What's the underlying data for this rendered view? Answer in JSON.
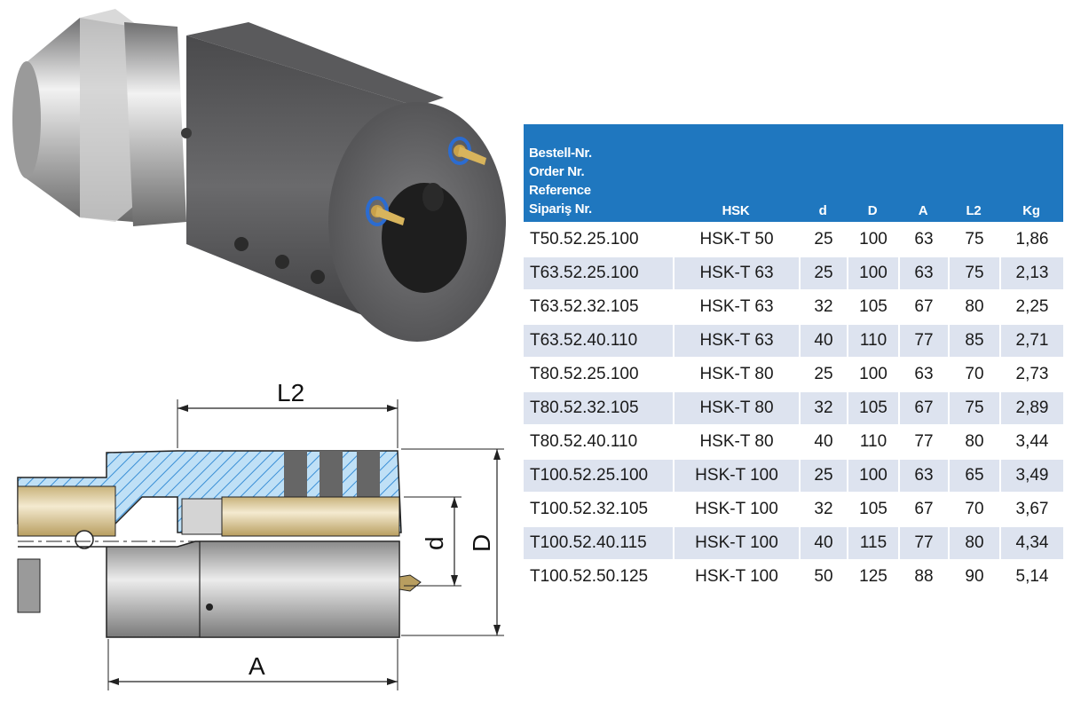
{
  "header": {
    "reference_lines": [
      "Bestell-Nr.",
      "Order Nr.",
      "Reference",
      "Sipariş Nr."
    ],
    "hsk": "HSK",
    "d": "d",
    "D": "D",
    "A": "A",
    "L2": "L2",
    "kg": "Kg"
  },
  "rows": [
    {
      "ref": "T50.52.25.100",
      "hsk": "HSK-T 50",
      "d": "25",
      "D": "100",
      "A": "63",
      "L2": "75",
      "kg": "1,86"
    },
    {
      "ref": "T63.52.25.100",
      "hsk": "HSK-T 63",
      "d": "25",
      "D": "100",
      "A": "63",
      "L2": "75",
      "kg": "2,13"
    },
    {
      "ref": "T63.52.32.105",
      "hsk": "HSK-T 63",
      "d": "32",
      "D": "105",
      "A": "67",
      "L2": "80",
      "kg": "2,25"
    },
    {
      "ref": "T63.52.40.110",
      "hsk": "HSK-T 63",
      "d": "40",
      "D": "110",
      "A": "77",
      "L2": "85",
      "kg": "2,71"
    },
    {
      "ref": "T80.52.25.100",
      "hsk": "HSK-T 80",
      "d": "25",
      "D": "100",
      "A": "63",
      "L2": "70",
      "kg": "2,73"
    },
    {
      "ref": "T80.52.32.105",
      "hsk": "HSK-T 80",
      "d": "32",
      "D": "105",
      "A": "67",
      "L2": "75",
      "kg": "2,89"
    },
    {
      "ref": "T80.52.40.110",
      "hsk": "HSK-T 80",
      "d": "40",
      "D": "110",
      "A": "77",
      "L2": "80",
      "kg": "3,44"
    },
    {
      "ref": "T100.52.25.100",
      "hsk": "HSK-T 100",
      "d": "25",
      "D": "100",
      "A": "63",
      "L2": "65",
      "kg": "3,49"
    },
    {
      "ref": "T100.52.32.105",
      "hsk": "HSK-T 100",
      "d": "32",
      "D": "105",
      "A": "67",
      "L2": "70",
      "kg": "3,67"
    },
    {
      "ref": "T100.52.40.115",
      "hsk": "HSK-T 100",
      "d": "40",
      "D": "115",
      "A": "77",
      "L2": "80",
      "kg": "4,34"
    },
    {
      "ref": "T100.52.50.125",
      "hsk": "HSK-T 100",
      "d": "50",
      "D": "125",
      "A": "88",
      "L2": "90",
      "kg": "5,14"
    }
  ],
  "drawing": {
    "label_L2": "L2",
    "label_A": "A",
    "label_d": "d",
    "label_D": "D"
  },
  "colors": {
    "header_bg": "#1f77bf",
    "row_alt_bg": "#dde3ef",
    "hatch": "#3a8fd6",
    "brass": "#e8d9a8"
  }
}
